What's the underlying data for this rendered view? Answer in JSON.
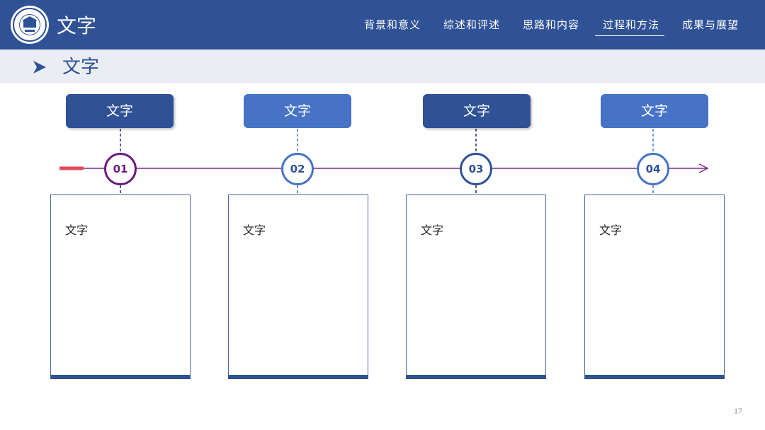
{
  "header": {
    "title": "文字",
    "logo_icon": "university-seal-icon",
    "nav": [
      {
        "label": "背景和意义",
        "active": false
      },
      {
        "label": "综述和评述",
        "active": false
      },
      {
        "label": "思路和内容",
        "active": false
      },
      {
        "label": "过程和方法",
        "active": true
      },
      {
        "label": "成果与展望",
        "active": false
      }
    ]
  },
  "section": {
    "icon": "arrow-right-icon",
    "title": "文字"
  },
  "steps": [
    {
      "number": "01",
      "title": "文字",
      "body": "文字",
      "header_style": "dark",
      "circle_color": "#6a1b7e"
    },
    {
      "number": "02",
      "title": "文字",
      "body": "文字",
      "header_style": "light",
      "circle_color": "#4673c5"
    },
    {
      "number": "03",
      "title": "文字",
      "body": "文字",
      "header_style": "dark",
      "circle_color": "#2f5196"
    },
    {
      "number": "04",
      "title": "文字",
      "body": "文字",
      "header_style": "light",
      "circle_color": "#4673c5"
    }
  ],
  "page_number": "17",
  "colors": {
    "primary": "#2f5196",
    "secondary": "#4673c5",
    "timeline": "#7a2a8c",
    "start_marker": "#e04b5a"
  }
}
